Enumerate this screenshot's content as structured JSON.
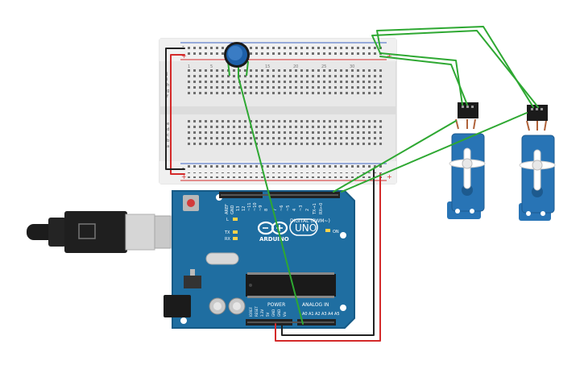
{
  "board": {
    "logo_text": "ARDUINO",
    "model": "UNO",
    "digital_header_label": "DIGITAL (PWM~)",
    "power_label": "POWER",
    "analog_label": "ANALOG IN",
    "on_label": "ON",
    "led_labels": [
      "L",
      "TX",
      "RX"
    ],
    "top_pin_labels": [
      "AREF",
      "GND",
      "13",
      "12",
      "~11",
      "~10",
      "~9",
      "8",
      "7",
      "~6",
      "~5",
      "4",
      "~3",
      "2",
      "TX→1",
      "RX←0"
    ],
    "power_pin_labels": [
      "IOREF",
      "RESET",
      "3.3V",
      "5V",
      "GND",
      "GND",
      "Vin"
    ],
    "analog_pin_labels": [
      "A0",
      "A1",
      "A2",
      "A3",
      "A4",
      "A5"
    ]
  },
  "breadboard": {
    "rail_plus": "+",
    "rail_minus": "-",
    "row_letters_top": [
      "j",
      "i",
      "h",
      "g",
      "f"
    ],
    "row_letters_bottom": [
      "e",
      "d",
      "c",
      "b",
      "a"
    ],
    "column_numbers": [
      "1",
      "5",
      "10",
      "15",
      "20",
      "25",
      "30"
    ]
  },
  "components": {
    "servo_count": 2,
    "potentiometer_count": 1,
    "usb_cable": "USB-B"
  },
  "colors": {
    "board_blue": "#1f6ea1",
    "board_dark": "#165a86",
    "wire_green": "#2ea832",
    "wire_red": "#d42a2a",
    "wire_black": "#222222",
    "servo_blue": "#2874b5",
    "pot_blue": "#1d5fa8"
  }
}
